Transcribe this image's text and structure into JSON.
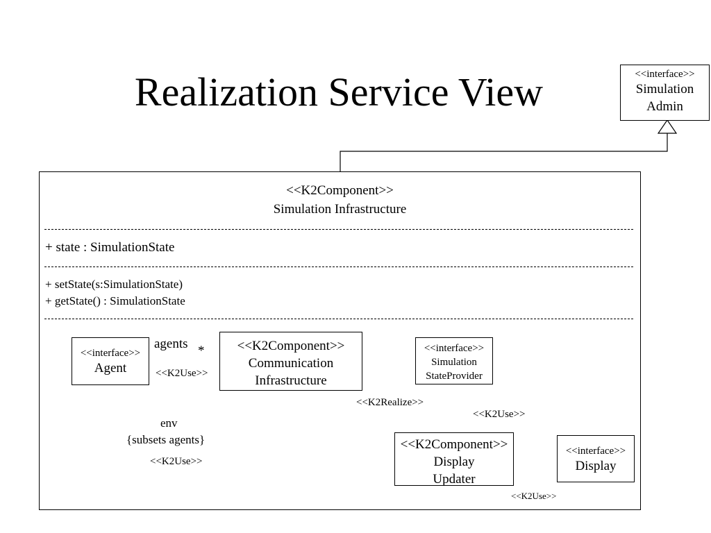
{
  "title": "Realization Service View",
  "admin_interface": {
    "stereotype": "<<interface>>",
    "line1": "Simulation",
    "line2": "Admin"
  },
  "infrastructure": {
    "stereotype": "<<K2Component>>",
    "name": "Simulation Infrastructure",
    "attribute": "+ state : SimulationState",
    "operations": [
      "+ setState(s:SimulationState)",
      "+ getState() : SimulationState"
    ]
  },
  "agent": {
    "stereotype": "<<interface>>",
    "name": "Agent"
  },
  "communication": {
    "stereotype": "<<K2Component>>",
    "line1": "Communication",
    "line2": "Infrastructure"
  },
  "state_provider": {
    "stereotype": "<<interface>>",
    "line1": "Simulation",
    "line2": "StateProvider"
  },
  "display_updater": {
    "stereotype": "<<K2Component>>",
    "line1": "Display",
    "line2": "Updater"
  },
  "display": {
    "stereotype": "<<interface>>",
    "name": "Display"
  },
  "labels": {
    "agents": "agents",
    "multiplicity": "*",
    "k2use_agents": "<<K2Use>>",
    "env": "env",
    "subsets": "{subsets agents}",
    "k2use_env": "<<K2Use>>",
    "k2realize": "<<K2Realize>>",
    "k2use_provider": "<<K2Use>>",
    "k2use_display": "<<K2Use>>"
  }
}
